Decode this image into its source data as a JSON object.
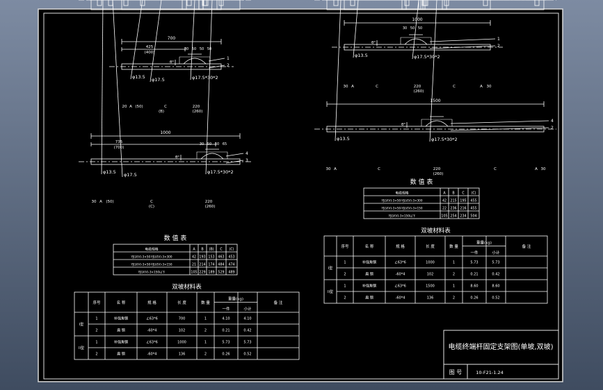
{
  "drawing": {
    "title_block": {
      "drawing_title": "电缆终端杆固定支架图(单坡,双坡)",
      "drawing_no_label": "图 号",
      "drawing_no_value": "10-F21-1.24"
    },
    "views": {
      "top_left": {
        "overall_dim": "700",
        "sub_dims": [
          "425",
          "(400)"
        ],
        "small_dims": [
          "30",
          "50",
          "50",
          "50"
        ],
        "angle_label": "θ°",
        "callouts": [
          "1",
          "2"
        ],
        "hole_labels": [
          "φ13.5",
          "φ17.5",
          "φ17.5*30*2"
        ],
        "bottom_dims": [
          "20",
          "A",
          "(50)",
          "C",
          "220",
          "(260)",
          "(B)"
        ]
      },
      "mid_left": {
        "overall_dim": "1000",
        "sub_dims": [
          "735",
          "(700)"
        ],
        "small_dims": [
          "30",
          "50",
          "50",
          "65"
        ],
        "angle_label": "θ°",
        "callouts": [
          "4",
          "3"
        ],
        "hole_labels": [
          "φ13.5",
          "φ17.5",
          "φ17.5*30*2"
        ],
        "bottom_dims": [
          "30",
          "A",
          "(50)",
          "C",
          "220",
          "(260)",
          "(C)"
        ]
      },
      "top_right": {
        "overall_dim": "1000",
        "small_dims": [
          "30",
          "50",
          "50"
        ],
        "angle_label": "θ°",
        "callouts": [
          "1",
          "2"
        ],
        "hole_labels": [
          "φ13.5",
          "φ17.5*30*2"
        ],
        "bottom_dims": [
          "30",
          "A",
          "C",
          "220",
          "(260)",
          "C",
          "A",
          "30"
        ]
      },
      "mid_right": {
        "overall_dim": "1500",
        "angle_label": "θ°",
        "callouts": [
          "4",
          "2"
        ],
        "hole_labels": [
          "φ13.5",
          "φ17.5*30*2"
        ],
        "bottom_dims": [
          "30",
          "A",
          "C",
          "220",
          "(260)",
          "C",
          "A",
          "30"
        ]
      }
    },
    "values_table_left": {
      "title": "数 值 表",
      "headers": [
        "电缆规格",
        "A",
        "B",
        "(B)",
        "C",
        "(C)"
      ],
      "rows": [
        [
          "YJLV(V)-3×50-YJLV(V)-3×300",
          "42",
          "193",
          "153",
          "463",
          "453"
        ],
        [
          "YJLV(V)-3×50-YJLV(V)-3×150",
          "21",
          "214",
          "174",
          "484",
          "474"
        ],
        [
          "YJLV(V)-3×150以下",
          "105",
          "229",
          "189",
          "529",
          "489"
        ]
      ]
    },
    "values_table_right": {
      "title": "数 值 表",
      "headers": [
        "电缆规格",
        "A",
        "B",
        "C",
        "(C)"
      ],
      "rows": [
        [
          "YJLV(V)-3×50-YJLV(V)-3×300",
          "42",
          "215",
          "195",
          "455"
        ],
        [
          "YJLV(V)-3×50-YJLV(V)-3×150",
          "22",
          "236",
          "216",
          "455"
        ],
        [
          "YJLV(V)-3×150以下",
          "105",
          "254",
          "234",
          "504"
        ]
      ]
    },
    "materials_table_left": {
      "title": "双坡材料表",
      "headers": [
        "序号",
        "名 称",
        "规 格",
        "长 度",
        "数 量",
        "重量(kg)",
        "一件",
        "小计",
        "备 注"
      ],
      "groups": [
        {
          "group_label": "I型",
          "rows": [
            [
              "1",
              "补强角钢",
              "∠63*6",
              "700",
              "1",
              "4.10",
              "4.10"
            ],
            [
              "2",
              "扁 钢",
              "-60*4",
              "102",
              "2",
              "0.21",
              "0.42"
            ]
          ]
        },
        {
          "group_label": "II型",
          "rows": [
            [
              "1",
              "补强角钢",
              "∠63*6",
              "1000",
              "1",
              "5.73",
              "5.73"
            ],
            [
              "2",
              "扁 钢",
              "-60*4",
              "136",
              "2",
              "0.26",
              "0.52"
            ]
          ]
        }
      ]
    },
    "materials_table_right": {
      "title": "双坡材料表",
      "headers": [
        "序号",
        "名 称",
        "规 格",
        "长 度",
        "数 量",
        "重量(kg)",
        "一件",
        "小计",
        "备 注"
      ],
      "groups": [
        {
          "group_label": "I型",
          "rows": [
            [
              "1",
              "补强角钢",
              "∠63*6",
              "1000",
              "1",
              "5.73",
              "5.73"
            ],
            [
              "2",
              "扁 钢",
              "-60*4",
              "102",
              "2",
              "0.21",
              "0.42"
            ]
          ]
        },
        {
          "group_label": "II型",
          "rows": [
            [
              "1",
              "补强角钢",
              "∠63*6",
              "1500",
              "1",
              "8.60",
              "8.60"
            ],
            [
              "2",
              "扁 钢",
              "-60*4",
              "136",
              "2",
              "0.26",
              "0.52"
            ]
          ]
        }
      ]
    }
  }
}
